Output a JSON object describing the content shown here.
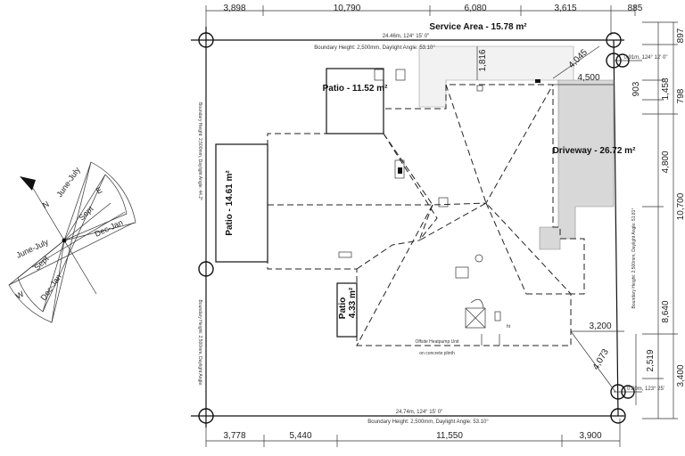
{
  "top_dims": [
    "3,898",
    "10,790",
    "6,080",
    "3,615",
    "885"
  ],
  "bottom_dims": [
    "3,778",
    "5,440",
    "11,550",
    "3,900"
  ],
  "right_dims": [
    "897",
    "1,458",
    "903",
    "798",
    "4,800",
    "10,700",
    "8,640",
    "2,519",
    "3,400"
  ],
  "inner_dims": {
    "d1816": "1,816",
    "d4045": "4,045",
    "d4500": "4,500",
    "d3200": "3,200",
    "d4073": "4,073"
  },
  "areas": {
    "service": "Service Area - 15.78 m²",
    "patio_top": "Patio - 11.52 m²",
    "patio_left": "Patio - 14.61 m²",
    "driveway": "Driveway - 26.72 m²",
    "patio_small_1": "Patio",
    "patio_small_2": "4.33 m²"
  },
  "boundary": {
    "top_length": "24.46m, 124° 15' 0\"",
    "top_height": "Boundary Height: 2,500mm, Daylight Angle: 53.10°",
    "bottom_length": "24.74m, 124° 15' 0\"",
    "bottom_height": "Boundary Height: 2,500mm, Daylight Angle: 53.10°",
    "right_top": "0.91m, 124° 12' 0\"",
    "right_bottom": "0.80m, 123° 25'",
    "left_side": "Boundary Height: 2,500mm, Daylight Angle: 44.2°",
    "right_side": "Boundary Height: 2,500mm, Daylight Angle: 51.81°",
    "left_side_2": "Boundary Height: 2,500mm, Daylight Angle:"
  },
  "notes": {
    "hwc_1": "Offsite Heatpump Unit",
    "hwc_2": "on concrete plinth",
    "ht": "ht"
  },
  "compass": {
    "n": "N",
    "e": "E",
    "w": "W",
    "june_july_1": "June-July",
    "sept_1": "Sept",
    "dec_jan_1": "Dec-Jan",
    "june_july_2": "June-July",
    "sept_2": "Sept",
    "dec_jan_2": "Dec-Jan"
  },
  "colors": {
    "line": "#111111",
    "driveway_fill": "#d8d8d8",
    "service_fill": "#f2f2f2"
  }
}
